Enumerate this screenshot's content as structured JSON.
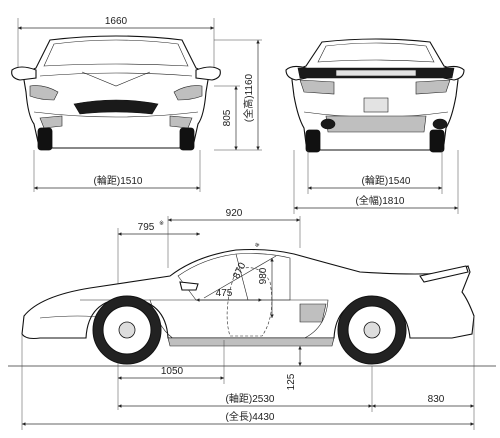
{
  "front_view": {
    "overall_width": "1660",
    "height_total": "(全高)1160",
    "height_mid": "805",
    "front_track": "(輪距)1510"
  },
  "rear_view": {
    "rear_track": "(輪距)1540",
    "full_width": "(全幅)1810"
  },
  "side_view": {
    "cabin_length": "920",
    "seat_length_label": "795",
    "seat_length_mark": "※",
    "diag_label": "870",
    "diag_mark": "※",
    "cabin_height": "980",
    "seat_height": "475",
    "front_overhang_segment": "1050",
    "ground_clearance": "125",
    "wheelbase": "(軸距)2530",
    "rear_overhang": "830",
    "overall_length": "(全長)4430"
  }
}
